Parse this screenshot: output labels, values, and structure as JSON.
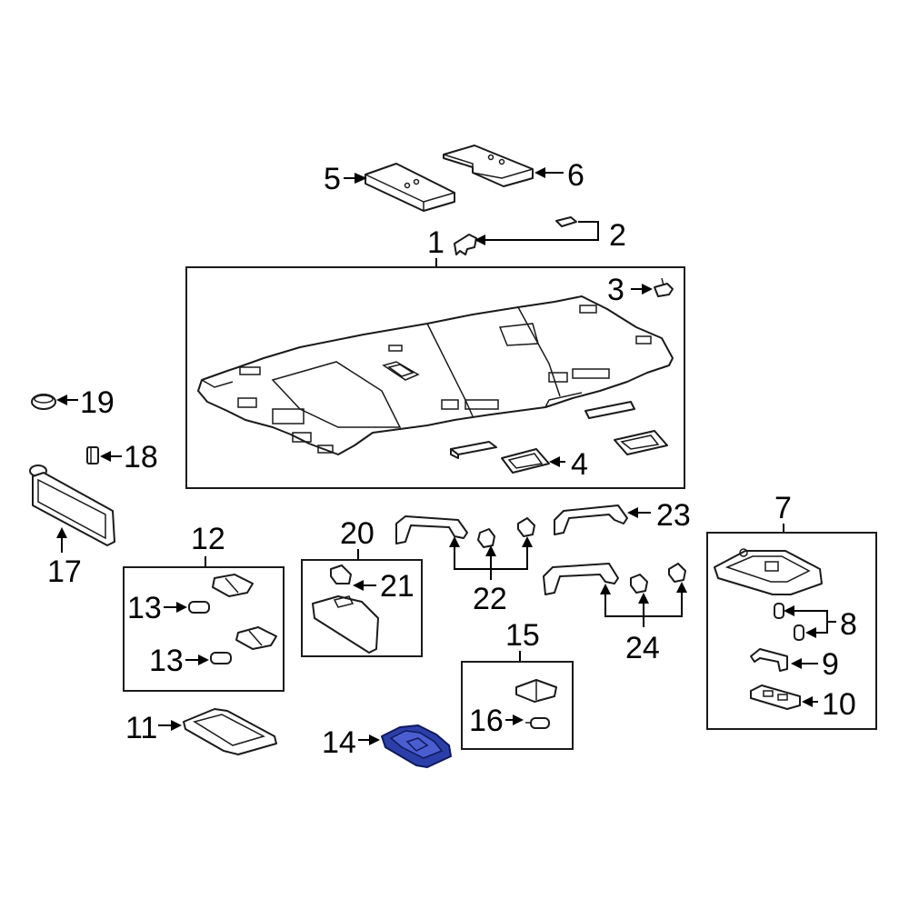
{
  "diagram": {
    "callouts": {
      "c1": "1",
      "c2": "2",
      "c3": "3",
      "c4": "4",
      "c5": "5",
      "c6": "6",
      "c7": "7",
      "c8": "8",
      "c9": "9",
      "c10": "10",
      "c11": "11",
      "c12": "12",
      "c13a": "13",
      "c13b": "13",
      "c14": "14",
      "c15": "15",
      "c16": "16",
      "c17": "17",
      "c18": "18",
      "c19": "19",
      "c20": "20",
      "c21": "21",
      "c22": "22",
      "c23": "23",
      "c24": "24"
    },
    "highlight_color": "#2c3fa8",
    "highlighted_part": "14"
  }
}
